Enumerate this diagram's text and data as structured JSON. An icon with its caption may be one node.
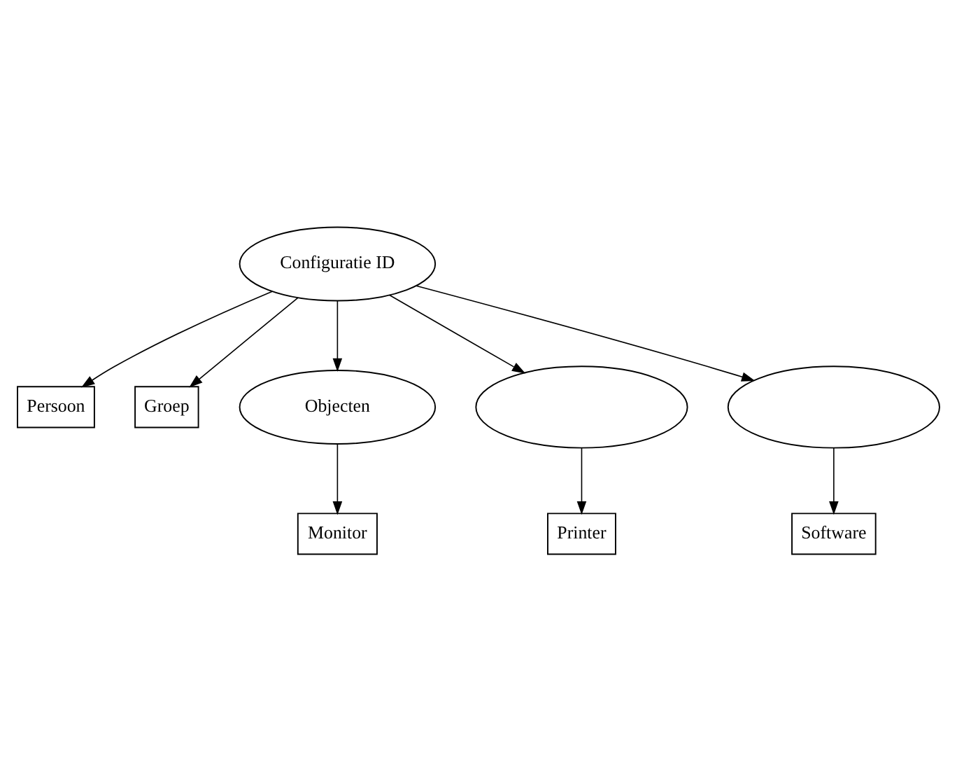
{
  "diagram": {
    "nodes": [
      {
        "text": [
          "Configuratie ID"
        ]
      },
      {
        "text": [
          "Persoon"
        ]
      },
      {
        "text": [
          "Groep"
        ]
      },
      {
        "text": [
          "Objecten"
        ]
      },
      {
        "text": [],
        "shape": "ellipse"
      },
      {
        "text": [],
        "shape": "ellipse"
      },
      {
        "text": [
          "Software"
        ]
      },
      {
        "text": [
          "Monitor"
        ]
      },
      {
        "text": [
          "Printer"
        ]
      }
    ],
    "edges": [
      {
        "from": 0,
        "to": 1,
        "arrow": "to"
      },
      {
        "from": 0,
        "to": 2,
        "arrow": "to"
      },
      {
        "from": 0,
        "to": 3,
        "arrow": "to"
      },
      {
        "from": 0,
        "to": 4,
        "arrow": "to"
      },
      {
        "from": 0,
        "to": 5,
        "arrow": "to"
      },
      {
        "from": 5,
        "to": 6,
        "arrow": "to"
      },
      {
        "from": 3,
        "to": 7,
        "arrow": "to"
      },
      {
        "from": 4,
        "to": 8,
        "arrow": "to"
      }
    ]
  }
}
